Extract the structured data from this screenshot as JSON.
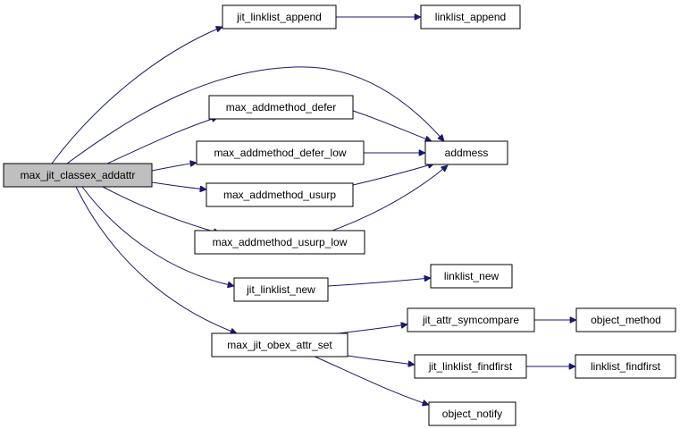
{
  "graph": {
    "edge_color": "#191970",
    "root_fill": "#bfbfbf",
    "nodes": {
      "root": "max_jit_classex_addattr",
      "jit_linklist_append": "jit_linklist_append",
      "linklist_append": "linklist_append",
      "max_addmethod_defer": "max_addmethod_defer",
      "max_addmethod_defer_low": "max_addmethod_defer_low",
      "addmess": "addmess",
      "max_addmethod_usurp": "max_addmethod_usurp",
      "max_addmethod_usurp_low": "max_addmethod_usurp_low",
      "jit_linklist_new": "jit_linklist_new",
      "linklist_new": "linklist_new",
      "max_jit_obex_attr_set": "max_jit_obex_attr_set",
      "jit_attr_symcompare": "jit_attr_symcompare",
      "object_method": "object_method",
      "jit_linklist_findfirst": "jit_linklist_findfirst",
      "linklist_findfirst": "linklist_findfirst",
      "object_notify": "object_notify"
    },
    "edges": [
      [
        "root",
        "jit_linklist_append"
      ],
      [
        "root",
        "addmess"
      ],
      [
        "root",
        "max_addmethod_defer"
      ],
      [
        "root",
        "max_addmethod_defer_low"
      ],
      [
        "root",
        "max_addmethod_usurp"
      ],
      [
        "root",
        "max_addmethod_usurp_low"
      ],
      [
        "root",
        "jit_linklist_new"
      ],
      [
        "root",
        "max_jit_obex_attr_set"
      ],
      [
        "jit_linklist_append",
        "linklist_append"
      ],
      [
        "max_addmethod_defer",
        "addmess"
      ],
      [
        "max_addmethod_defer_low",
        "addmess"
      ],
      [
        "max_addmethod_usurp",
        "addmess"
      ],
      [
        "max_addmethod_usurp_low",
        "addmess"
      ],
      [
        "jit_linklist_new",
        "linklist_new"
      ],
      [
        "max_jit_obex_attr_set",
        "jit_attr_symcompare"
      ],
      [
        "max_jit_obex_attr_set",
        "jit_linklist_findfirst"
      ],
      [
        "max_jit_obex_attr_set",
        "object_notify"
      ],
      [
        "jit_attr_symcompare",
        "object_method"
      ],
      [
        "jit_linklist_findfirst",
        "linklist_findfirst"
      ]
    ]
  }
}
